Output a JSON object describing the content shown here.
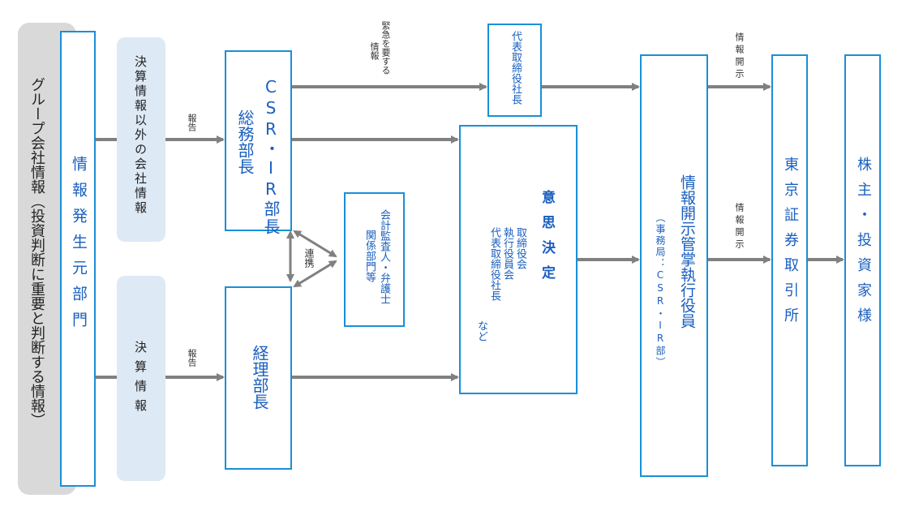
{
  "colors": {
    "box_border": "#1a8fd6",
    "box_text": "#1a5fbf",
    "pill_bg": "#dde9f5",
    "group_bg": "#d9d9d9",
    "arrow": "#808080"
  },
  "group_label": "グループ会社情報（投資判断に重要と判断する情報）",
  "source_dept": "情報発生元部門",
  "pills": {
    "non_financial": "決算情報以外の会社情報",
    "financial": "決算情報"
  },
  "report_labels": {
    "top": "報告",
    "bottom": "報告"
  },
  "csr_box": {
    "line1": "CSR・IR部長",
    "line2": "総務部長"
  },
  "accounting_box": "経理部長",
  "urgent_label": {
    "line1": "緊急を要する",
    "line2": "情報"
  },
  "president_box": "代表取締役社長",
  "cooperation_label": "連携",
  "auditor_box": {
    "line1": "会計監査人・弁護士",
    "line2": "関係部門等"
  },
  "decision_box": {
    "title": "意思決定",
    "line1": "取締役会",
    "line2": "執行役員会",
    "line3": "代表取締役社長",
    "line4": "など"
  },
  "disclosure_officer": {
    "title": "情報開示管掌執行役員",
    "sub": "（事務局：CSR・IR部）"
  },
  "disclosure_labels": {
    "top": "情報開示",
    "bottom": "情報開示"
  },
  "exchange_box": "東京証券取引所",
  "investors_box": "株主・投資家様"
}
